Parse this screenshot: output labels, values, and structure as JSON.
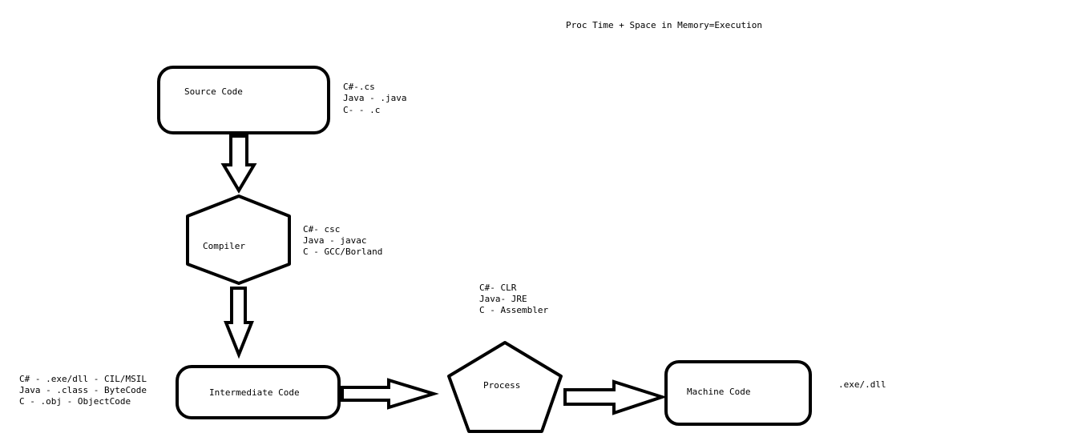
{
  "title": "Proc Time + Space in Memory=Execution",
  "nodes": {
    "source": {
      "label": "Source Code",
      "notes": [
        "C#-.cs",
        "Java - .java",
        "C- - .c"
      ]
    },
    "compiler": {
      "label": "Compiler",
      "notes": [
        "C#- csc",
        "Java - javac",
        "C - GCC/Borland"
      ]
    },
    "intermediate": {
      "label": "Intermediate Code",
      "notes": [
        "C# - .exe/dll - CIL/MSIL",
        "Java - .class - ByteCode",
        "C - .obj - ObjectCode"
      ]
    },
    "process": {
      "label": "Process",
      "notes": [
        "C#- CLR",
        "Java- JRE",
        "C - Assembler"
      ]
    },
    "machine": {
      "label": "Machine Code",
      "notes": [
        ".exe/.dll"
      ]
    }
  }
}
